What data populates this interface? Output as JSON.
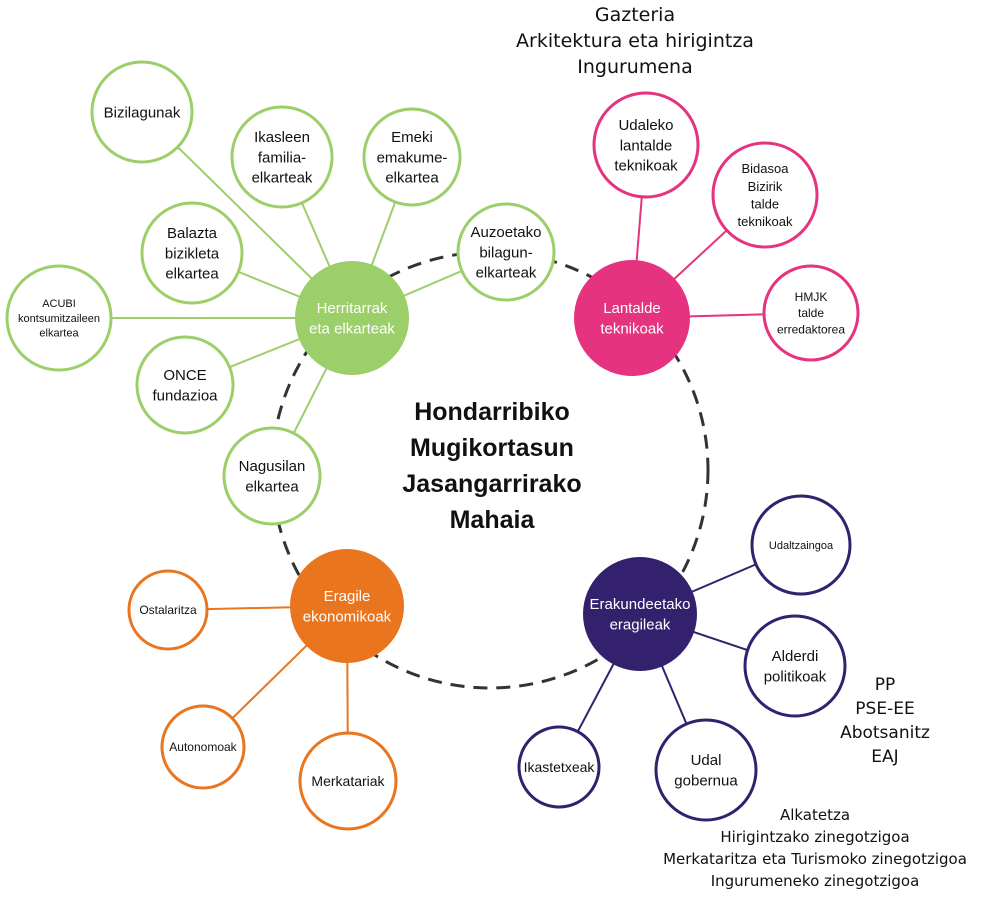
{
  "title_lines": [
    "Hondarribiko",
    "Mugikortasun",
    "Jasangarrirako",
    "Mahaia"
  ],
  "colors": {
    "green": "#9cce6a",
    "pink": "#e5337f",
    "orange": "#e9761f",
    "purple": "#33216e",
    "dashed": "#333333"
  },
  "groups": [
    {
      "id": "herritarrak",
      "color": "green",
      "hub": [
        "Herritarrak",
        "eta elkarteak"
      ],
      "satellites": [
        [
          "Bizilagunak"
        ],
        [
          "Ikasleen",
          "familia-",
          "elkarteak"
        ],
        [
          "Emeki",
          "emakume-",
          "elkartea"
        ],
        [
          "Balazta",
          "bizikleta",
          "elkartea"
        ],
        [
          "Auzoetako",
          "bilagun-",
          "elkarteak"
        ],
        [
          "ACUBI",
          "kontsumitzaileen",
          "elkartea"
        ],
        [
          "ONCE",
          "fundazioa"
        ],
        [
          "Nagusilan",
          "elkartea"
        ]
      ]
    },
    {
      "id": "lantalde",
      "color": "pink",
      "hub": [
        "Lantalde",
        "teknikoak"
      ],
      "satellites": [
        [
          "Udaleko",
          "lantalde",
          "teknikoak"
        ],
        [
          "Bidasoa",
          "Bizirik",
          "talde",
          "teknikoak"
        ],
        [
          "HMJK",
          "talde",
          "erredaktorea"
        ]
      ]
    },
    {
      "id": "erakunde",
      "color": "purple",
      "hub": [
        "Erakundeetako",
        "eragileak"
      ],
      "satellites": [
        [
          "Udaltzaingoa"
        ],
        [
          "Alderdi",
          "politikoak"
        ],
        [
          "Udal",
          "gobernua"
        ],
        [
          "Ikastetxeak"
        ]
      ]
    },
    {
      "id": "eragile",
      "color": "orange",
      "hub": [
        "Eragile",
        "ekonomikoak"
      ],
      "satellites": [
        [
          "Ostalaritza"
        ],
        [
          "Autonomoak"
        ],
        [
          "Merkatariak"
        ]
      ]
    }
  ],
  "notes": {
    "gazteria": [
      "Gazteria",
      "Arkitektura eta hirigintza",
      "Ingurumena"
    ],
    "parties": [
      "PP",
      "PSE-EE",
      "Abotsanitz",
      "EAJ"
    ],
    "gobernua": [
      "Alkatetza",
      "Hirigintzako zinegotzigoa",
      "Merkataritza eta Turismoko zinegotzigoa",
      "Ingurumeneko zinegotzigoa"
    ]
  }
}
